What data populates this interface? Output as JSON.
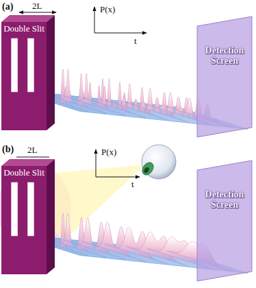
{
  "diagram": {
    "nodes": [
      {
        "text": [
          "Double Slit"
        ]
      },
      {
        "text": [
          "Detection Screen"
        ]
      },
      {
        "text": [
          "Double Slit"
        ]
      },
      {
        "text": [
          "Detection Screen"
        ]
      }
    ],
    "labels": [
      "(a)",
      "2L",
      "P(x)",
      "t",
      "(b)",
      "2L",
      "P(x)",
      "t"
    ]
  }
}
